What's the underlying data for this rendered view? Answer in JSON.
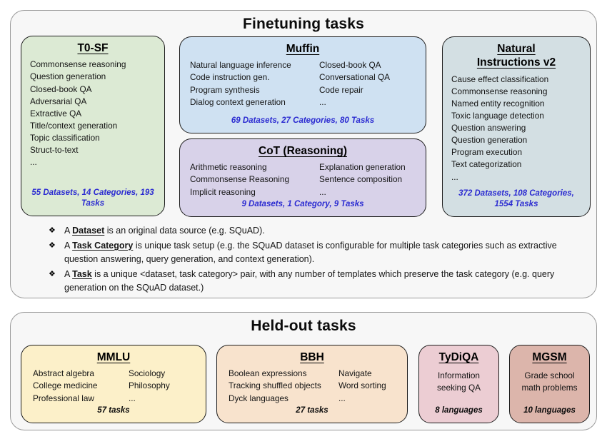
{
  "colors": {
    "panel_bg": "#f7f7f7",
    "panel_border": "#9b9b9b",
    "stats_blue": "#2b2bd1",
    "t0sf_bg": "#dcead4",
    "muffin_bg": "#cfe1f2",
    "cot_bg": "#d8d2e9",
    "niv2_bg": "#d3dfe3",
    "mmlu_bg": "#fcf0c9",
    "bbh_bg": "#f8e3cd",
    "tydiqa_bg": "#eccdd3",
    "mgsm_bg": "#dcb5ab"
  },
  "finetuning": {
    "title": "Finetuning tasks",
    "t0sf": {
      "title": "T0-SF",
      "items": [
        "Commonsense reasoning",
        "Question generation",
        "Closed-book QA",
        "Adversarial QA",
        "Extractive QA",
        "Title/context generation",
        "Topic classification",
        "Struct-to-text",
        "..."
      ],
      "stats": "55 Datasets, 14 Categories, 193 Tasks"
    },
    "muffin": {
      "title": "Muffin",
      "col1": [
        "Natural language inference",
        "Code instruction gen.",
        "Program synthesis",
        "Dialog context generation"
      ],
      "col2": [
        "Closed-book QA",
        "Conversational QA",
        "Code repair",
        "..."
      ],
      "stats": "69 Datasets, 27 Categories, 80 Tasks"
    },
    "cot": {
      "title": "CoT (Reasoning)",
      "col1": [
        "Arithmetic reasoning",
        "Commonsense Reasoning",
        "Implicit reasoning"
      ],
      "col2": [
        "Explanation generation",
        "Sentence composition",
        "..."
      ],
      "stats": "9 Datasets, 1 Category, 9 Tasks"
    },
    "niv2": {
      "title": "Natural Instructions v2",
      "items": [
        "Cause effect classification",
        "Commonsense reasoning",
        "Named entity recognition",
        "Toxic language detection",
        "Question answering",
        "Question generation",
        "Program execution",
        "Text categorization",
        "..."
      ],
      "stats": "372 Datasets, 108 Categories, 1554 Tasks"
    },
    "notes": [
      {
        "bullet": "❖",
        "lead": "A ",
        "term": "Dataset",
        "rest": " is an original data source (e.g. SQuAD)."
      },
      {
        "bullet": "❖",
        "lead": "A ",
        "term": "Task Category",
        "rest": " is unique task setup (e.g. the SQuAD dataset is configurable for multiple task categories such as extractive question answering, query generation, and context generation)."
      },
      {
        "bullet": "❖",
        "lead": "A ",
        "term": "Task",
        "rest": " is a unique <dataset, task category> pair, with any number of templates which preserve the task category (e.g. query generation on the SQuAD dataset.)"
      }
    ]
  },
  "heldout": {
    "title": "Held-out tasks",
    "mmlu": {
      "title": "MMLU",
      "col1": [
        "Abstract algebra",
        "College medicine",
        "Professional law"
      ],
      "col2": [
        "Sociology",
        "Philosophy",
        "..."
      ],
      "stats": "57 tasks"
    },
    "bbh": {
      "title": "BBH",
      "col1": [
        "Boolean expressions",
        "Tracking shuffled objects",
        "Dyck languages"
      ],
      "col2": [
        "Navigate",
        "Word sorting",
        "..."
      ],
      "stats": "27 tasks"
    },
    "tydiqa": {
      "title": "TyDiQA",
      "desc": "Information seeking QA",
      "stats": "8 languages"
    },
    "mgsm": {
      "title": "MGSM",
      "desc": "Grade school math problems",
      "stats": "10 languages"
    }
  }
}
